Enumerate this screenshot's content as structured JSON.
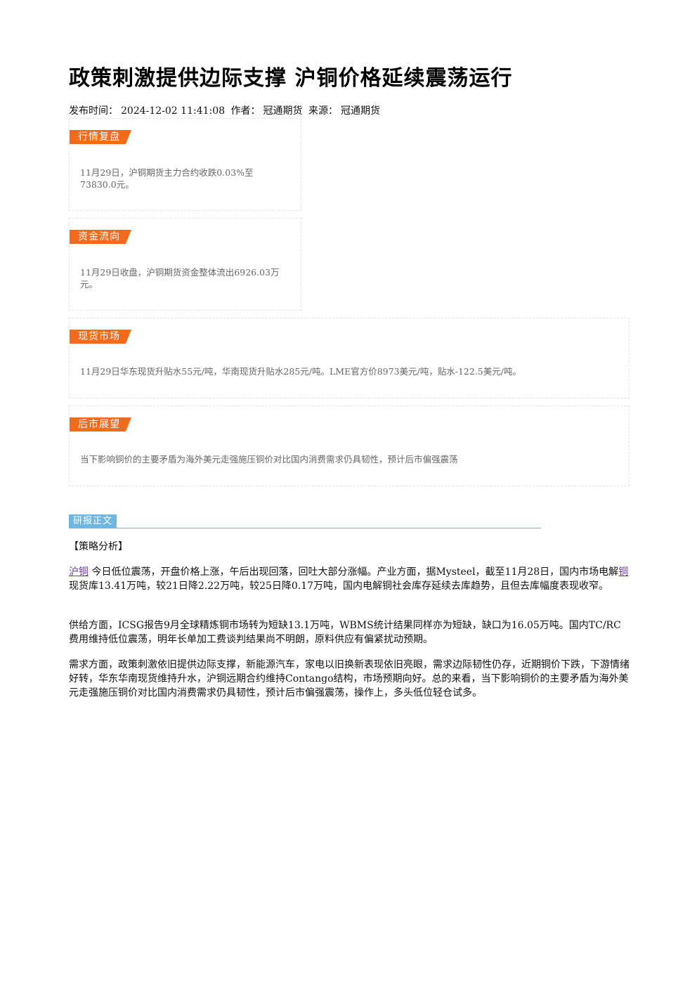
{
  "title": "政策刺激提供边际支撑 沪铜价格延续震荡运行",
  "meta": {
    "publish_label": "发布时间：",
    "publish_time": "2024-12-02 11:41:08",
    "author_label": "作者：",
    "author": "冠通期货",
    "source_label": "来源：",
    "source": "冠通期货"
  },
  "cards": {
    "market_review": {
      "tag": "行情复盘",
      "line1": "11月29日，沪铜期货主力合约收跌0.03%至",
      "line2": "73830.0元。"
    },
    "fund_flow": {
      "tag": "资金流向",
      "line1": "11月29日收盘，沪铜期货资金整体流出6926.03万",
      "line2": "元。"
    },
    "spot_market": {
      "tag": "现货市场",
      "text": "11月29日华东现货升贴水55元/吨，华南现货升贴水285元/吨。LME官方价8973美元/吨，贴水-122.5美元/吨。"
    },
    "outlook": {
      "tag": "后市展望",
      "text": "当下影响铜价的主要矛盾为海外美元走强施压铜价对比国内消费需求仍具韧性，预计后市偏强震荡"
    }
  },
  "report": {
    "tag": "研报正文",
    "strategy_heading": "【策略分析】",
    "p1": {
      "link1": "沪铜",
      "seg1": " 今日低位震荡，开盘价格上涨，午后出现回落，回吐大部分涨幅。产业方面，据Mysteel，截至11月28日，国内市场电解",
      "link2": "铜",
      "seg2": " 现货库13.41万吨，较21日降2.22万吨，较25日降0.17万吨，国内电解铜社会库存延续去库趋势，且但去库幅度表现收窄。"
    },
    "p2": "供给方面，ICSG报告9月全球精炼铜市场转为短缺13.1万吨，WBMS统计结果同样亦为短缺，缺口为16.05万吨。国内TC/RC费用维持低位震荡，明年长单加工费谈判结果尚不明朗，原料供应有偏紧扰动预期。",
    "p3": "需求方面，政策刺激依旧提供边际支撑，新能源汽车，家电以旧换新表现依旧亮眼，需求边际韧性仍存，近期铜价下跌，下游情绪好转，华东华南现货维持升水，沪铜远期合约维持Contango结构，市场预期向好。总的来看，当下影响铜价的主要矛盾为海外美元走强施压铜价对比国内消费需求仍具韧性，预计后市偏强震荡，操作上，多头低位轻仓试多。"
  },
  "colors": {
    "tag_orange": "#f26a1b",
    "report_blue": "#6fb7e3",
    "link_purple": "#6a3fa0"
  }
}
